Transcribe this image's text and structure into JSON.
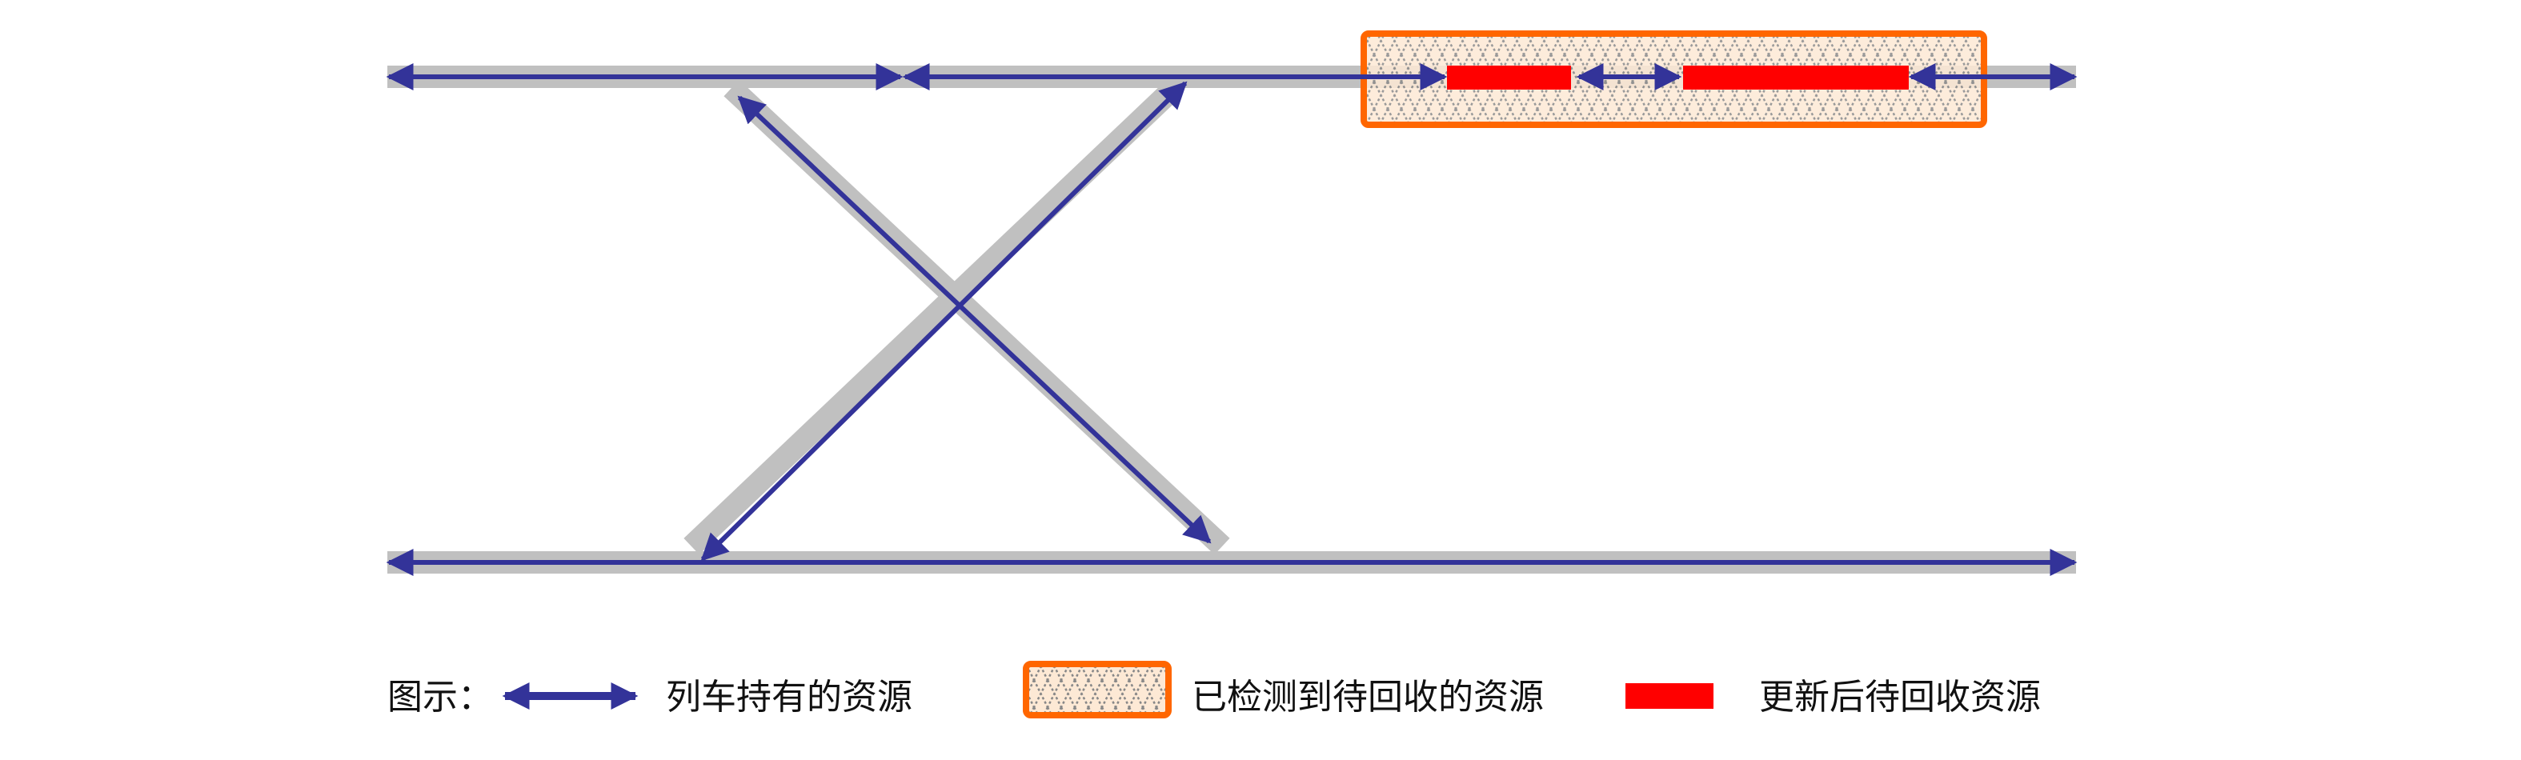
{
  "legend": {
    "title": "图示：",
    "held_resources": "列车持有的资源",
    "detected_to_reclaim": "已检测到待回收的资源",
    "updated_to_reclaim": "更新后待回收资源"
  },
  "colors": {
    "track": "#c0c0c0",
    "arrow": "#333399",
    "box_border": "#ff6600",
    "box_fill": "#fde9d5",
    "hatch": "#888888",
    "reclaim_bar": "#ff0000"
  }
}
